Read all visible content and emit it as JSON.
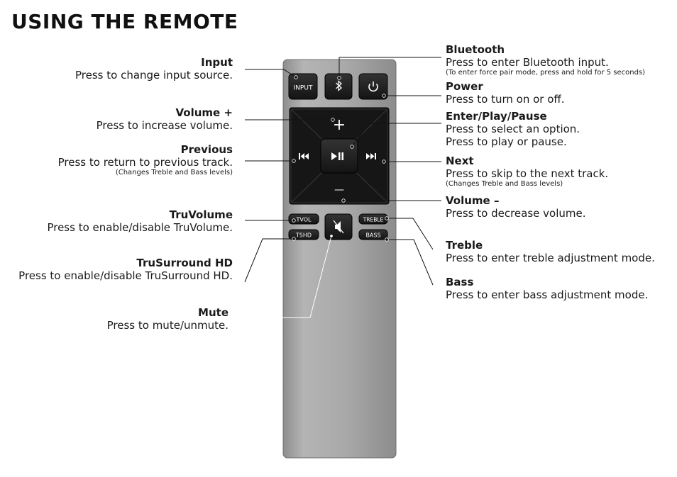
{
  "title": "USING THE REMOTE",
  "left_labels": [
    {
      "id": "input",
      "title": "Input",
      "desc": "Press to change input source.",
      "note": ""
    },
    {
      "id": "volume-up",
      "title": "Volume +",
      "desc": "Press to increase volume.",
      "note": ""
    },
    {
      "id": "previous",
      "title": "Previous",
      "desc": "Press to return to previous track.",
      "note": "(Changes Treble and Bass levels)"
    },
    {
      "id": "truvolume",
      "title": "TruVolume",
      "desc": "Press to enable/disable TruVolume.",
      "note": ""
    },
    {
      "id": "trusurround",
      "title": "TruSurround HD",
      "desc": "Press to enable/disable TruSurround HD.",
      "note": ""
    },
    {
      "id": "mute",
      "title": "Mute",
      "desc": "Press to mute/unmute.",
      "note": ""
    }
  ],
  "right_labels": [
    {
      "id": "bluetooth",
      "title": "Bluetooth",
      "desc": "Press to enter Bluetooth input.",
      "desc2": "",
      "note": "(To enter force pair mode, press and hold for 5 seconds)"
    },
    {
      "id": "power",
      "title": "Power",
      "desc": "Press to turn on or off.",
      "desc2": "",
      "note": ""
    },
    {
      "id": "enter-play-pause",
      "title": "Enter/Play/Pause",
      "desc": "Press to select an option.",
      "desc2": "Press to play or pause.",
      "note": ""
    },
    {
      "id": "next",
      "title": "Next",
      "desc": "Press to skip to the next track.",
      "desc2": "",
      "note": "(Changes Treble and Bass levels)"
    },
    {
      "id": "volume-down",
      "title": "Volume –",
      "desc": "Press to decrease volume.",
      "desc2": "",
      "note": ""
    },
    {
      "id": "treble",
      "title": "Treble",
      "desc": "Press to enter treble adjustment mode.",
      "desc2": "",
      "note": ""
    },
    {
      "id": "bass",
      "title": "Bass",
      "desc": "Press to enter bass adjustment mode.",
      "desc2": "",
      "note": ""
    }
  ],
  "remote": {
    "input_label": "INPUT",
    "tvol_label": "TVOL",
    "tshd_label": "TSHD",
    "treble_label": "TREBLE",
    "bass_label": "BASS",
    "plus_symbol": "+",
    "minus_symbol": "—"
  },
  "colors": {
    "remote_body": "#a7a7a7",
    "button": "#1c1c1c",
    "button_text": "#ffffff",
    "line": "#111111"
  }
}
